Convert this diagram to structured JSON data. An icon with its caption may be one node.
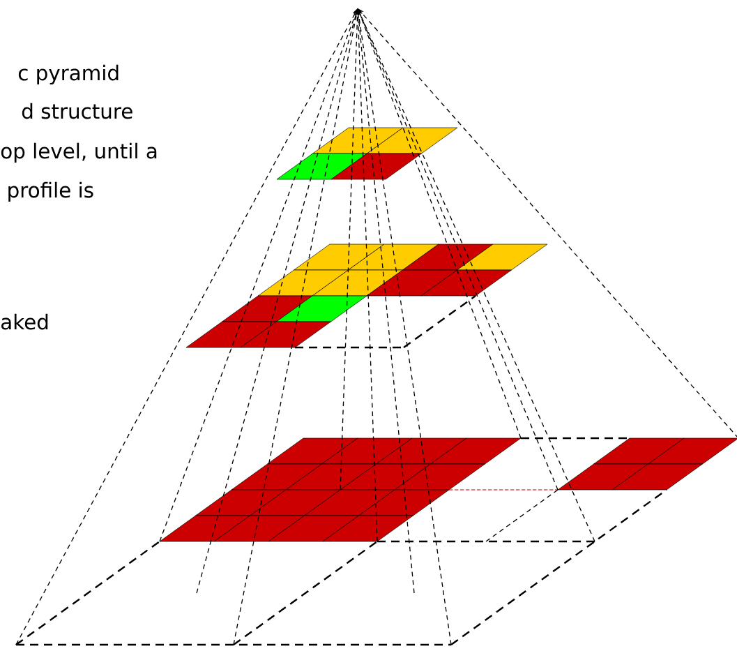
{
  "diagram": {
    "labels": [
      "c pyramid",
      "d structure",
      "op level, until a",
      " profile is",
      "aked"
    ]
  }
}
